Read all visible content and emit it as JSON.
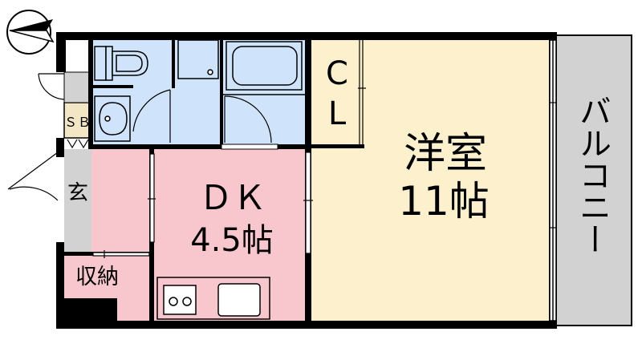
{
  "labels": {
    "western_room_name": "洋室",
    "western_room_size": "11帖",
    "dk_name": "ＤＫ",
    "dk_size": "4.5帖",
    "closet_c": "C",
    "closet_l": "L",
    "balcony": "バルコニー",
    "entrance": "玄",
    "shoe_box": "ＳＢ",
    "storage": "収納"
  },
  "icons": {
    "north_arrow": "north-arrow-icon",
    "toilet": "toilet-icon",
    "bathtub": "bathtub-icon",
    "washbasin": "washbasin-icon",
    "washer_pan": "washer-pan-icon",
    "stove": "two-burner-stove-icon",
    "sink": "kitchen-sink-icon"
  },
  "colors": {
    "wall": "#000000",
    "western_room_fill": "#fdf0cc",
    "dk_fill": "#f8c6cd",
    "wet_area_fill": "#cfe4fb",
    "closet_fill": "#fdf0cc",
    "balcony_fill": "#d2d2d2",
    "entrance_fill": "#d2d2d2",
    "shoe_box_fill": "#f3e6c4"
  }
}
